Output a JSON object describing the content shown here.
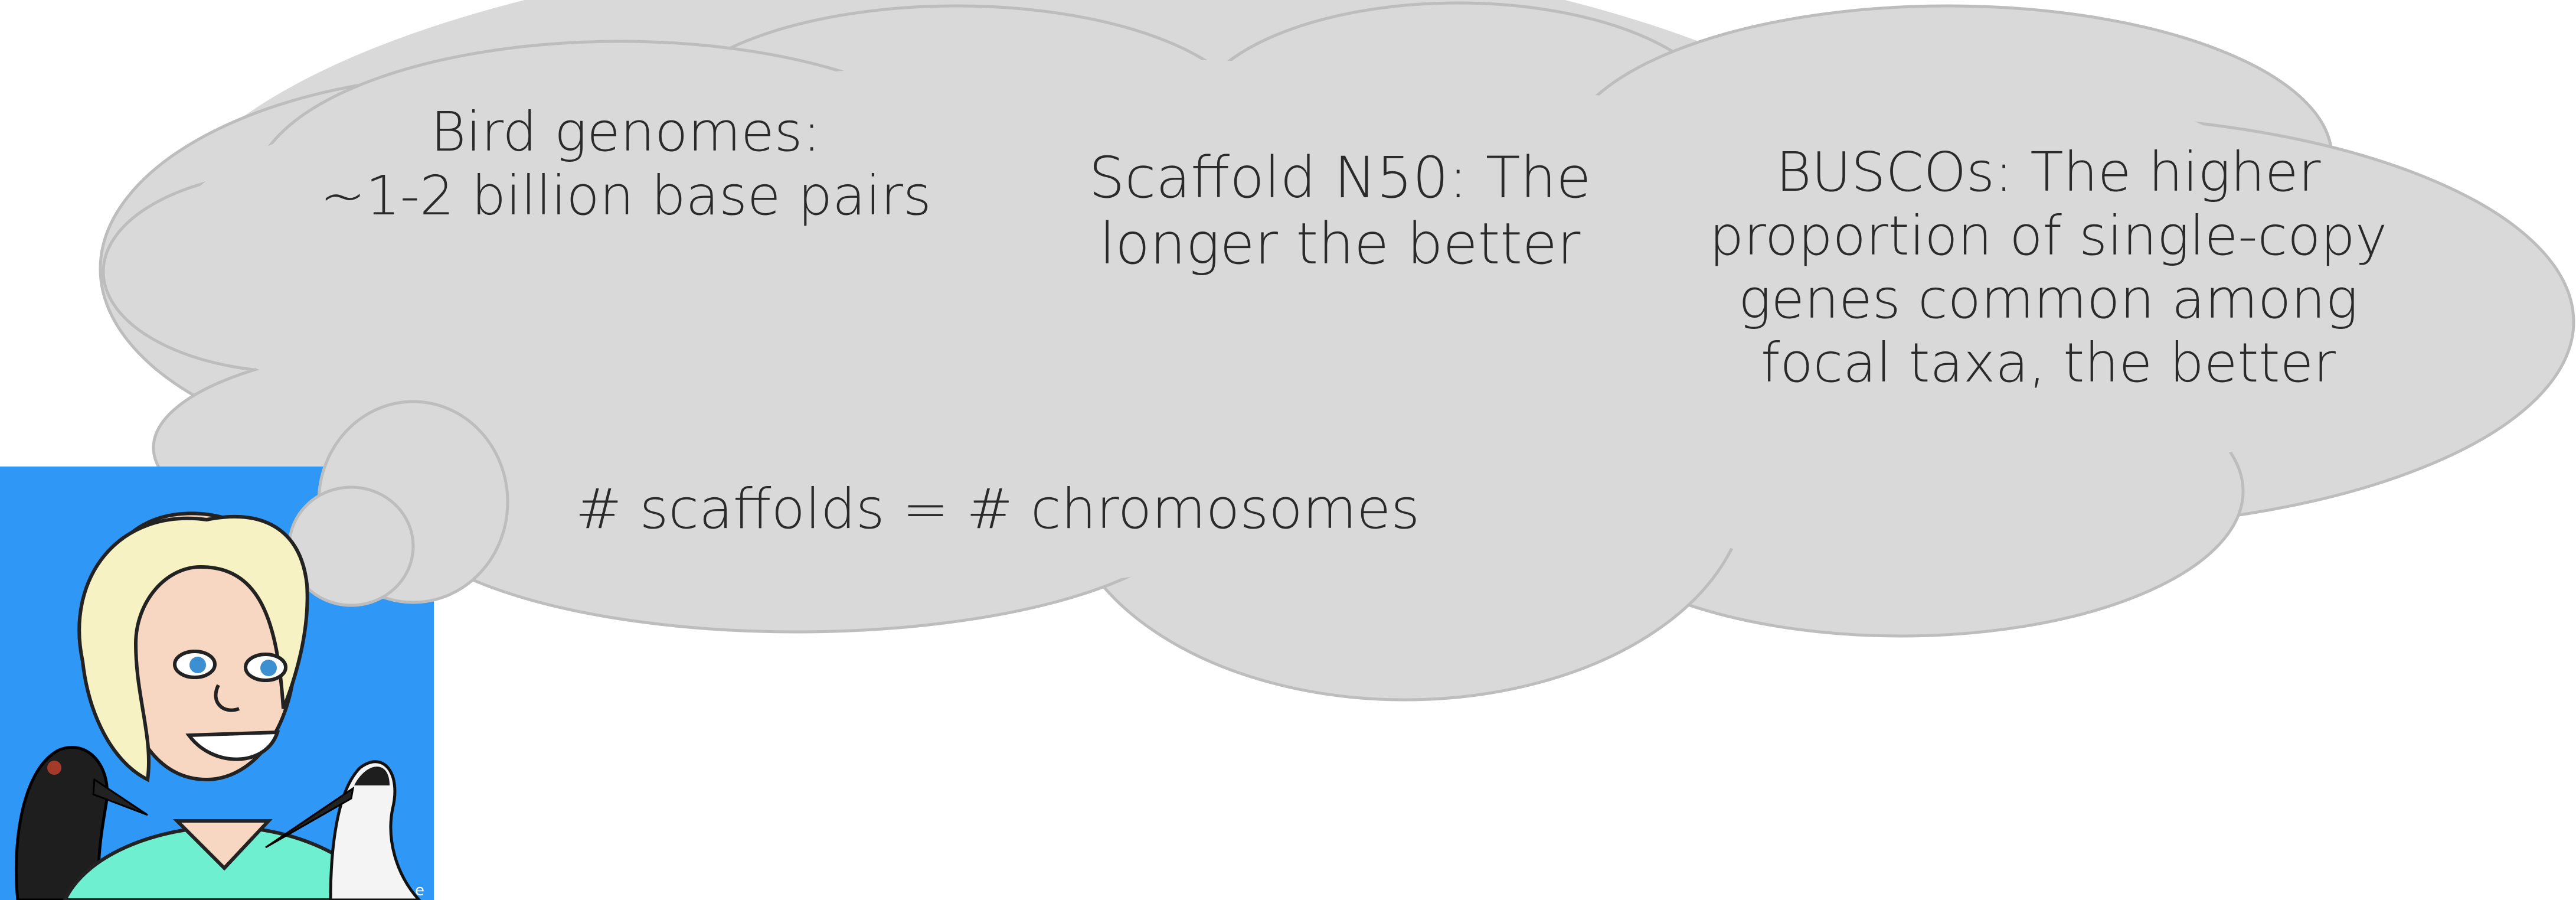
{
  "thought_bubble": {
    "genome_size": [
      "Bird genomes:",
      "~1-2 billion base pairs"
    ],
    "scaffold_n50": [
      "Scaffold N50: The",
      "longer the better"
    ],
    "buscos": [
      "BUSCOs: The higher",
      "proportion of single-copy",
      "genes common among",
      "focal taxa, the better"
    ],
    "chromosomes": "# scaffolds = # chromosomes"
  },
  "illustration": {
    "subject": "cartoon scientist with two black-and-white stilt birds",
    "signature": "e"
  },
  "colors": {
    "cloud_fill": "#d9d9d9",
    "cloud_outline": "#bdbdbd",
    "portrait_background": "#2f97f5",
    "shirt": "#6ef0d0",
    "hair": "#f7f2c4",
    "skin": "#f8d7c2"
  }
}
